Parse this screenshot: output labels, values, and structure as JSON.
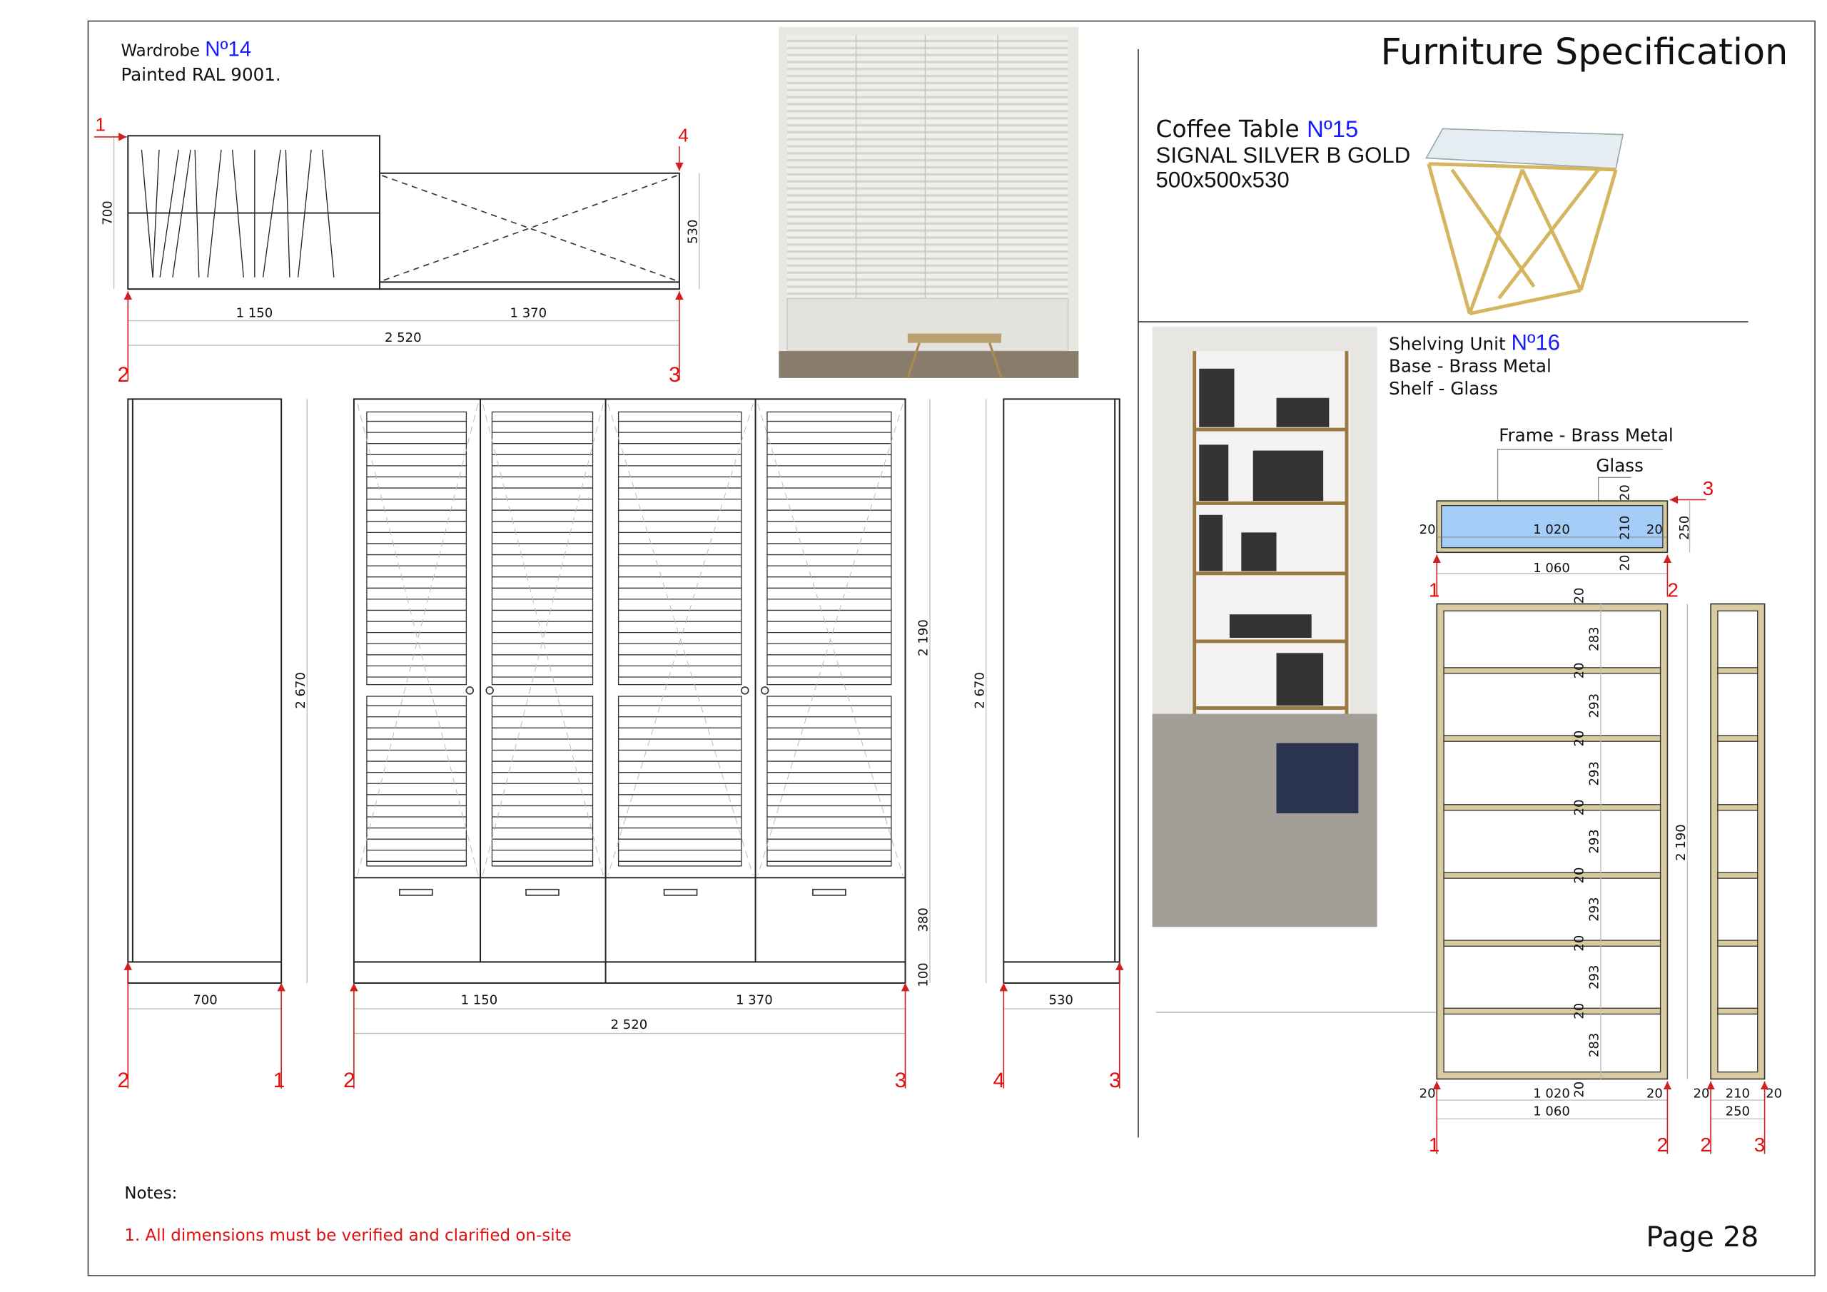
{
  "page": {
    "title": "Furniture Specification",
    "page_label": "Page 28"
  },
  "wardrobe": {
    "name": "Wardrobe",
    "number": "Nº14",
    "finish": "Painted RAL 9001.",
    "plan_dims": {
      "left": "1 150",
      "right": "1 370",
      "total": "2 520",
      "depth_left": "700",
      "depth_right": "530"
    },
    "plan_markers": [
      "1",
      "4",
      "2",
      "3"
    ],
    "left_side": {
      "height": "2 670",
      "depth": "700",
      "markers": [
        "2",
        "1"
      ]
    },
    "front": {
      "left": "1 150",
      "right": "1 370",
      "total": "2 520",
      "door_height": "2 190",
      "drawer_height": "380",
      "plinth": "100",
      "markers": [
        "2",
        "3"
      ]
    },
    "right_side": {
      "height": "2 670",
      "depth": "530",
      "markers": [
        "4",
        "3"
      ]
    }
  },
  "coffee_table": {
    "name": "Coffee Table",
    "number": "Nº15",
    "model": "SIGNAL SILVER B GOLD",
    "size": "500x500x530"
  },
  "shelving": {
    "name": "Shelving Unit",
    "number": "Nº16",
    "base": "Base - Brass Metal",
    "shelf": "Shelf - Glass",
    "frame_label": "Frame - Brass Metal",
    "glass_label": "Glass",
    "section": {
      "frame_l": "20",
      "inner": "1 020",
      "frame_r": "20",
      "total": "1 060",
      "top": "20",
      "depth_inner": "210",
      "bottom": "20",
      "depth": "250",
      "marker_top": "3",
      "markers": [
        "1",
        "2"
      ]
    },
    "elevation": {
      "spacings": [
        "20",
        "283",
        "20",
        "293",
        "20",
        "293",
        "20",
        "293",
        "20",
        "293",
        "20",
        "293",
        "20",
        "283",
        "20"
      ],
      "height": "2 190",
      "frame_l": "20",
      "inner": "1 020",
      "frame_r": "20",
      "total": "1 060",
      "markers": [
        "1",
        "2"
      ]
    },
    "side": {
      "frame_l": "20",
      "inner": "210",
      "frame_r": "20",
      "total": "250",
      "markers": [
        "2",
        "3"
      ]
    }
  },
  "notes": {
    "heading": "Notes:",
    "items": [
      "1. All dimensions must be verified and clarified on-site"
    ]
  },
  "colors": {
    "accent_red": "#e01010",
    "number_blue": "#1a1aff",
    "glass_blue": "#a6cdf7",
    "brass": "#d8cba0"
  }
}
